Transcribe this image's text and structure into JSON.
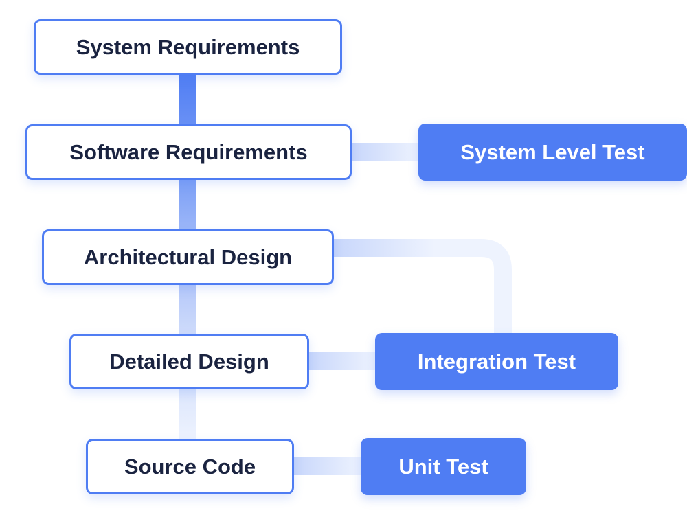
{
  "development_steps": [
    {
      "id": "system-requirements",
      "label": "System Requirements"
    },
    {
      "id": "software-requirements",
      "label": "Software Requirements"
    },
    {
      "id": "architectural-design",
      "label": "Architectural Design"
    },
    {
      "id": "detailed-design",
      "label": "Detailed Design"
    },
    {
      "id": "source-code",
      "label": "Source Code"
    }
  ],
  "test_steps": [
    {
      "id": "system-level-test",
      "label": "System Level Test",
      "verifies": "software-requirements"
    },
    {
      "id": "integration-test",
      "label": "Integration Test",
      "verifies": "architectural-design"
    },
    {
      "id": "unit-test",
      "label": "Unit Test",
      "verifies": "source-code"
    }
  ],
  "colors": {
    "accent": "#4f7df3",
    "text_dark": "#1a2340",
    "text_light": "#ffffff",
    "connector_light": "#e6edfd"
  }
}
